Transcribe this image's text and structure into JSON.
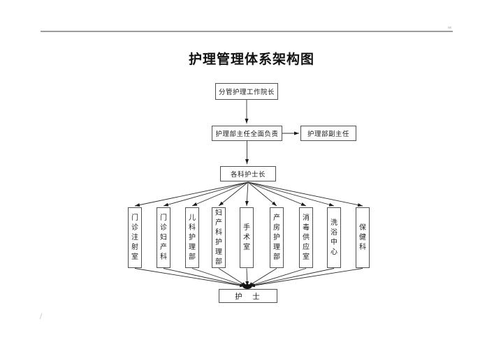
{
  "page": {
    "title": "护理管理体系架构图"
  },
  "diagram": {
    "president": {
      "label": "分管护理工作院长"
    },
    "director": {
      "label": "护理部主任全面负责"
    },
    "deputy_director": {
      "label": "护理部副主任"
    },
    "head_nurses": {
      "label": "各科护士长"
    },
    "departments": [
      {
        "label": "门诊注射室"
      },
      {
        "label": "门诊妇产科"
      },
      {
        "label": "儿科护理部"
      },
      {
        "label": "妇产科护理部"
      },
      {
        "label": "手术室"
      },
      {
        "label": "产房护理部"
      },
      {
        "label": "消毒供应室"
      },
      {
        "label": "洗浴中心"
      },
      {
        "label": "保健科"
      }
    ],
    "nurses": {
      "label": "护　士"
    }
  },
  "colors": {
    "background": "#ffffff",
    "text": "#1c1c1c",
    "box_border": "#4f4f4f",
    "connector_line": "#2e2e2e",
    "top_rule": "#9c9c9c"
  }
}
